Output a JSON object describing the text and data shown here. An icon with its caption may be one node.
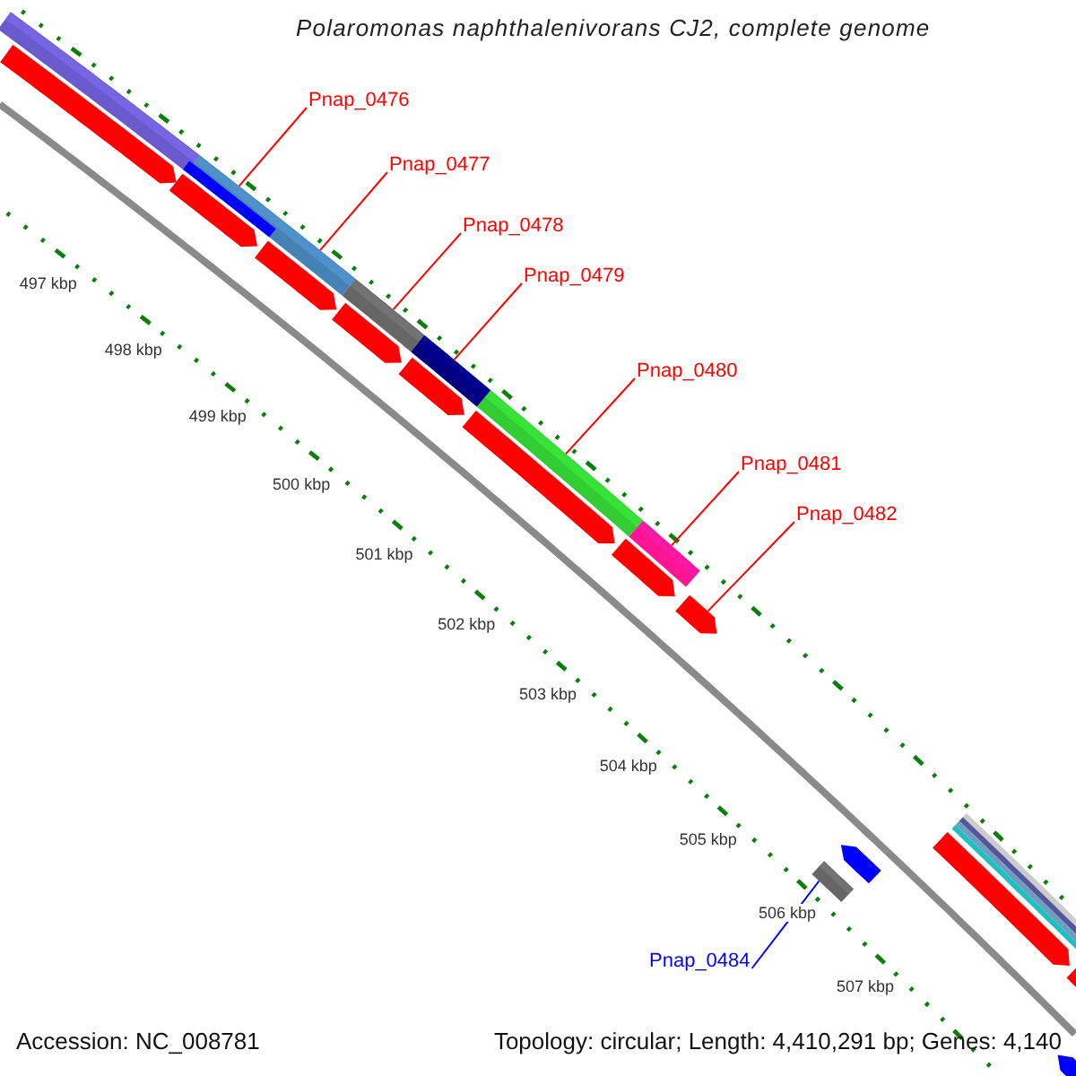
{
  "diagram": {
    "title": "Polaromonas naphthalenivorans CJ2, complete genome",
    "nodes": [
      {
        "text": [
          "Pnap_0476"
        ]
      },
      {
        "text": [
          "Pnap_0477"
        ]
      },
      {
        "text": [
          "Pnap_0478"
        ]
      },
      {
        "text": [
          "Pnap_0479"
        ]
      },
      {
        "text": [
          "Pnap_0480"
        ]
      },
      {
        "text": [
          "Pnap_0481"
        ]
      },
      {
        "text": [
          "Pnap_0482"
        ]
      },
      {
        "text": [
          "Pnap_0484"
        ]
      },
      {
        "text": [],
        "shape": "bar"
      },
      {
        "text": [],
        "shape": "bar"
      },
      {
        "text": [],
        "shape": "bar"
      },
      {
        "text": [],
        "shape": "bar"
      },
      {
        "text": [],
        "shape": "bar"
      },
      {
        "text": [],
        "shape": "bar"
      },
      {
        "text": [],
        "shape": "arrow"
      },
      {
        "text": [],
        "shape": "box"
      }
    ],
    "edges": [
      {
        "from": 0,
        "to": 8,
        "arrow": "none"
      },
      {
        "from": 1,
        "to": 9,
        "arrow": "none"
      },
      {
        "from": 2,
        "to": 10,
        "arrow": "none"
      },
      {
        "from": 3,
        "to": 11,
        "arrow": "none"
      },
      {
        "from": 4,
        "to": 12,
        "arrow": "none"
      },
      {
        "from": 5,
        "to": 13,
        "arrow": "none"
      },
      {
        "from": 6,
        "to": 14,
        "arrow": "none"
      },
      {
        "from": 7,
        "to": 15,
        "arrow": "none",
        "color": "#0000ff"
      }
    ],
    "labels": [
      "497 kbp",
      "498 kbp",
      "499 kbp",
      "500 kbp",
      "501 kbp",
      "502 kbp",
      "503 kbp",
      "504 kbp",
      "505 kbp",
      "506 kbp",
      "507 kbp",
      "Accession: NC_008781",
      "Topology: circular; Length: 4,410,291 bp; Genes: 4,140"
    ]
  }
}
